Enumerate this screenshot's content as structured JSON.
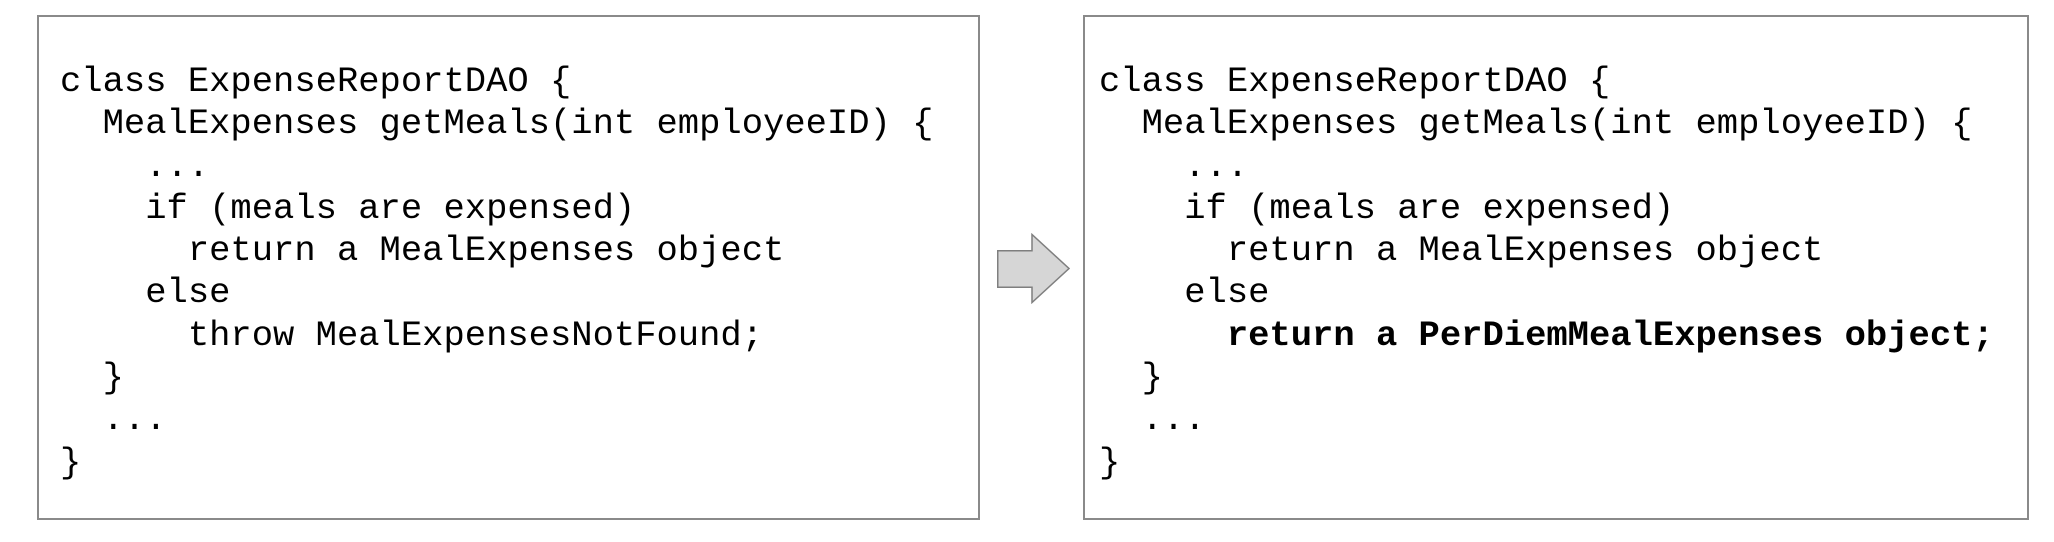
{
  "figure": {
    "description_label": "before-after code transformation"
  },
  "panels": {
    "left": {
      "lines": [
        "class ExpenseReportDAO {",
        "  MealExpenses getMeals(int employeeID) {",
        "    ...",
        "    if (meals are expensed)",
        "      return a MealExpenses object",
        "    else",
        "      throw MealExpensesNotFound;",
        "  }",
        "  ...",
        "}"
      ]
    },
    "right": {
      "lines": [
        "class ExpenseReportDAO {",
        "  MealExpenses getMeals(int employeeID) {",
        "    ...",
        "    if (meals are expensed)",
        "      return a MealExpenses object",
        "    else",
        "      return a PerDiemMealExpenses object;",
        "  }",
        "  ...",
        "}"
      ]
    }
  },
  "arrow": {
    "icon": "right-block-arrow",
    "fill": "#d6d6d6",
    "stroke": "#7f7f7f"
  },
  "colors": {
    "panel_border": "#8a8a8a",
    "text": "#000000",
    "background": "#ffffff"
  }
}
